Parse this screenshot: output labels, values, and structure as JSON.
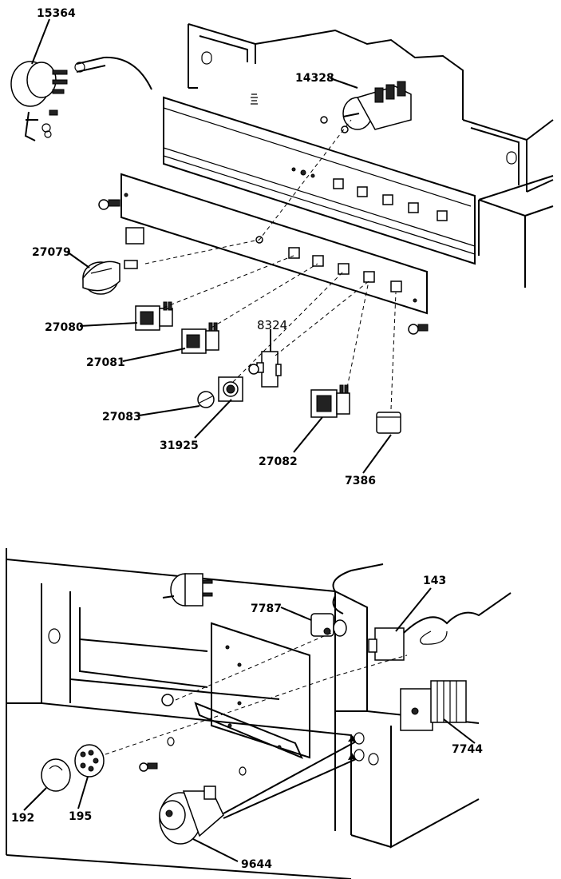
{
  "parts": {
    "p15364": "15364",
    "p14328": "14328",
    "p27079": "27079",
    "p27080": "27080",
    "p27081": "27081",
    "p8324": "8324",
    "p27083": "27083",
    "p31925": "31925",
    "p27082": "27082",
    "p7386": "7386",
    "p143": "143",
    "p7787": "7787",
    "p7744": "7744",
    "p192": "192",
    "p195": "195",
    "p9644": "9644"
  }
}
